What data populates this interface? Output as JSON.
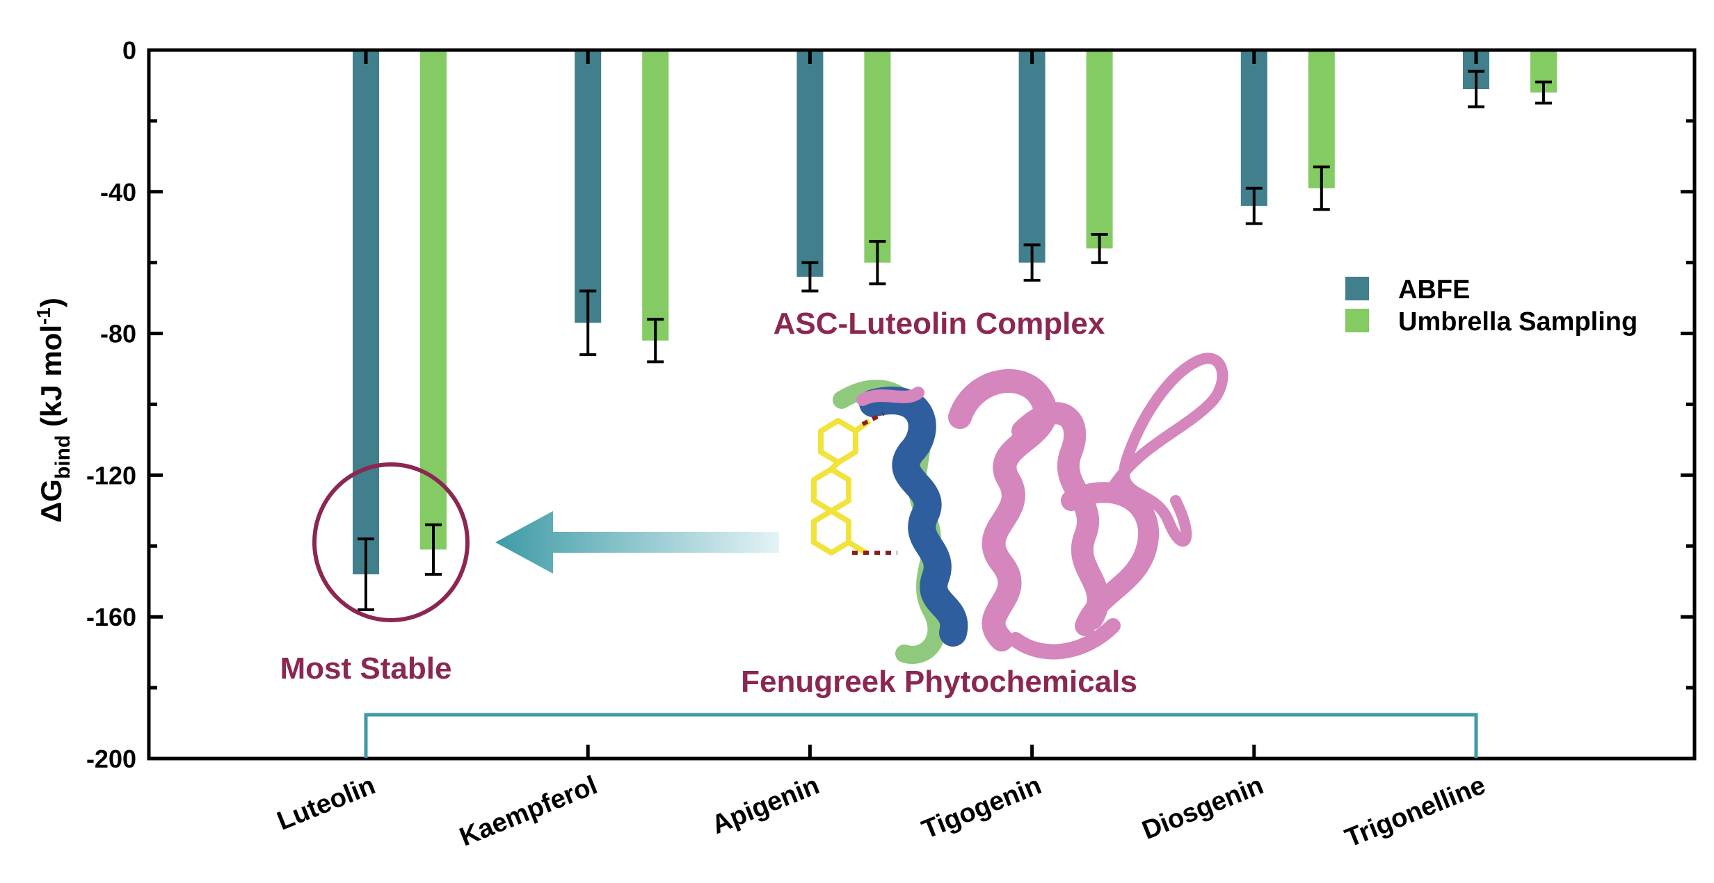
{
  "chart_data": {
    "type": "bar",
    "categories": [
      "Luteolin",
      "Kaempferol",
      "Apigenin",
      "Tigogenin",
      "Diosgenin",
      "Trigonelline"
    ],
    "series": [
      {
        "name": "ABFE",
        "color": "#417F8C",
        "values": [
          -148,
          -77,
          -64,
          -60,
          -44,
          -11
        ],
        "errors": [
          10,
          9,
          4,
          5,
          5,
          5
        ]
      },
      {
        "name": "Umbrella Sampling",
        "color": "#84CB64",
        "values": [
          -141,
          -82,
          -60,
          -56,
          -39,
          -12
        ],
        "errors": [
          7,
          6,
          6,
          4,
          6,
          3
        ]
      }
    ],
    "ylabel": {
      "main": "ΔG",
      "sub": "bind",
      "unit_open": " (kJ mol",
      "sup": "-1",
      "unit_close": ")"
    },
    "ylim": [
      -200,
      0
    ],
    "yticks": [
      0,
      -40,
      -80,
      -120,
      -160,
      -200
    ],
    "legend": "right",
    "annotations": {
      "most_stable": "Most Stable",
      "complex": "ASC-Luteolin Complex",
      "bracket": "Fenugreek Phytochemicals"
    },
    "annotation_color": "#8B2752"
  }
}
